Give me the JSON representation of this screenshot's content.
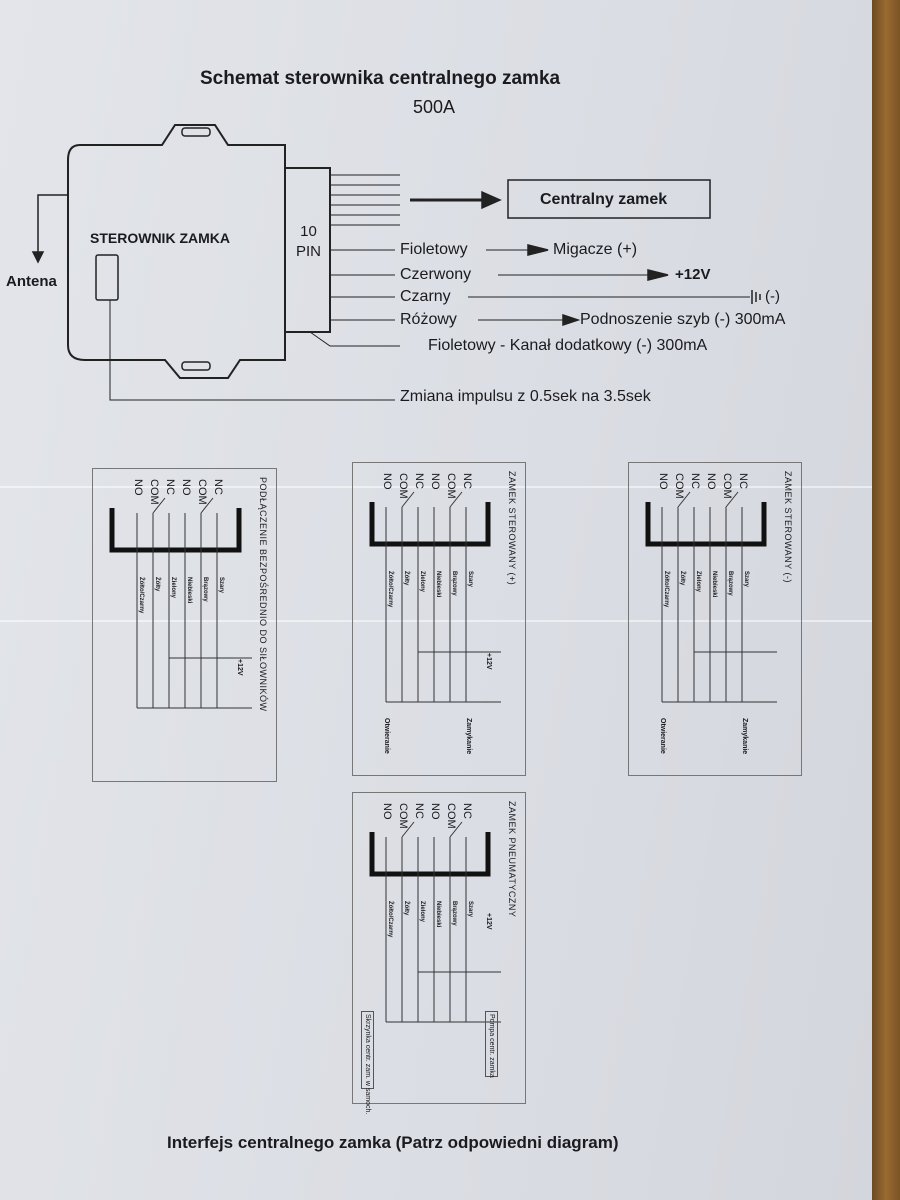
{
  "title": "Schemat sterownika centralnego zamka",
  "model": "500A",
  "controller": {
    "label": "STEROWNIK ZAMKA",
    "connector": [
      "10",
      "PIN"
    ],
    "antenna": "Antena",
    "output_box": "Centralny zamek",
    "wires": [
      {
        "color": "Fioletowy",
        "target": "Migacze (+)"
      },
      {
        "color": "Czerwony",
        "target": "+12V"
      },
      {
        "color": "Czarny",
        "target": "(-)"
      },
      {
        "color": "Różowy",
        "target": "Podnoszenie szyb (-) 300mA"
      },
      {
        "color": "Fioletowy - Kanał dodatkowy (-) 300mA"
      }
    ],
    "jumper_note": "Zmiana impulsu z 0.5sek na 3.5sek"
  },
  "pins": [
    "NC",
    "COM",
    "NO",
    "NC",
    "COM",
    "NO"
  ],
  "diagrams": [
    {
      "title": "PODŁĄCZENIE BEZPOŚREDNIO DO SIŁOWNIKÓW",
      "wires": [
        "Szary",
        "Brązowy",
        "Niebieski",
        "Zielony",
        "Żółty",
        "Żółto/Czarny"
      ],
      "supply": "+12V"
    },
    {
      "title": "ZAMEK STEROWANY (+)",
      "wires": [
        "Szary",
        "Brązowy",
        "Niebieski",
        "Zielony",
        "Żółty",
        "Żółto/Czarny"
      ],
      "supply": "+12V",
      "outputs": [
        "Zamykanie",
        "Otwieranie"
      ]
    },
    {
      "title": "ZAMEK STEROWANY (-)",
      "wires": [
        "Szary",
        "Brązowy",
        "Niebieski",
        "Zielony",
        "Żółty",
        "Żółto/Czarny"
      ],
      "outputs": [
        "Zamykanie",
        "Otwieranie"
      ]
    },
    {
      "title": "ZAMEK PNEUMATYCZNY",
      "wires": [
        "Szary",
        "Brązowy",
        "Niebieski",
        "Zielony",
        "Żółty",
        "Żółto/Czarny"
      ],
      "supply": "+12V",
      "boxes": [
        "Pompa centr. zamka",
        "Skrzynka centr. zam. w samoch."
      ]
    }
  ],
  "footer": "Interfejs centralnego zamka (Patrz odpowiedni diagram)"
}
